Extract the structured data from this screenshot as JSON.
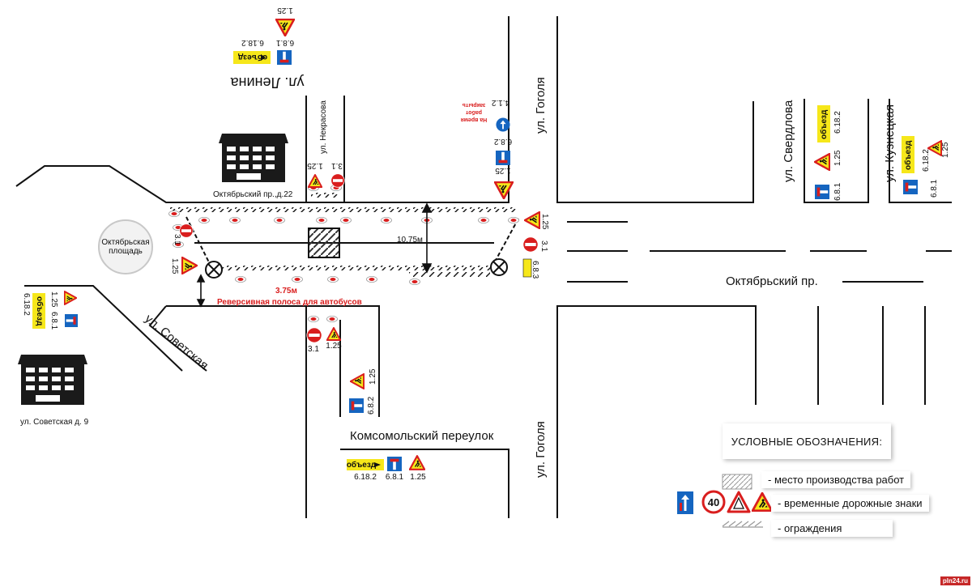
{
  "streets": {
    "lenina": "ул. Ленина",
    "nekrasova": "ул. Некрасова",
    "gogolya_top": "ул. Гоголя",
    "gogolya_bottom": "ул. Гоголя",
    "sverdlova": "ул. Свердлова",
    "kuznetskaya": "ул. Кузнецкая",
    "oktyabrsky": "Октябрьский пр.",
    "sovetskaya": "ул. Советская",
    "komsomolsky": "Комсомольский переулок"
  },
  "places": {
    "square": [
      "Октябрьская",
      "площадь"
    ],
    "building_22": "Октябрьский пр.,д.22",
    "building_9": "ул. Советская д. 9"
  },
  "dimensions": {
    "width_road": "10,75м",
    "reverse_lane_width": "3.75м",
    "reverse_lane_label": "Реверсивная полоса для автобусов"
  },
  "sign_codes": {
    "c_1_25": "1.25",
    "c_3_1": "3.1",
    "c_6_8_1": "6.8.1",
    "c_6_8_2": "6.8.2",
    "c_6_8_3": "6.8.3",
    "c_6_18_2": "6.18.2",
    "c_4_1_2": "4.1.2",
    "detour": "объезд"
  },
  "notice": [
    "На время",
    "работ",
    "закрыть"
  ],
  "legend": {
    "title": "УСЛОВНЫЕ ОБОЗНАЧЕНИЯ:",
    "work_zone": "- место производства работ",
    "temp_signs": "- временные дорожные знаки",
    "fencing": "- ограждения",
    "speed_limit": "40"
  },
  "watermark": "pln24.ru",
  "colors": {
    "sign_red": "#d91e1e",
    "sign_yellow": "#f6e71a",
    "sign_blue": "#1565c0",
    "road_line": "#111111"
  }
}
